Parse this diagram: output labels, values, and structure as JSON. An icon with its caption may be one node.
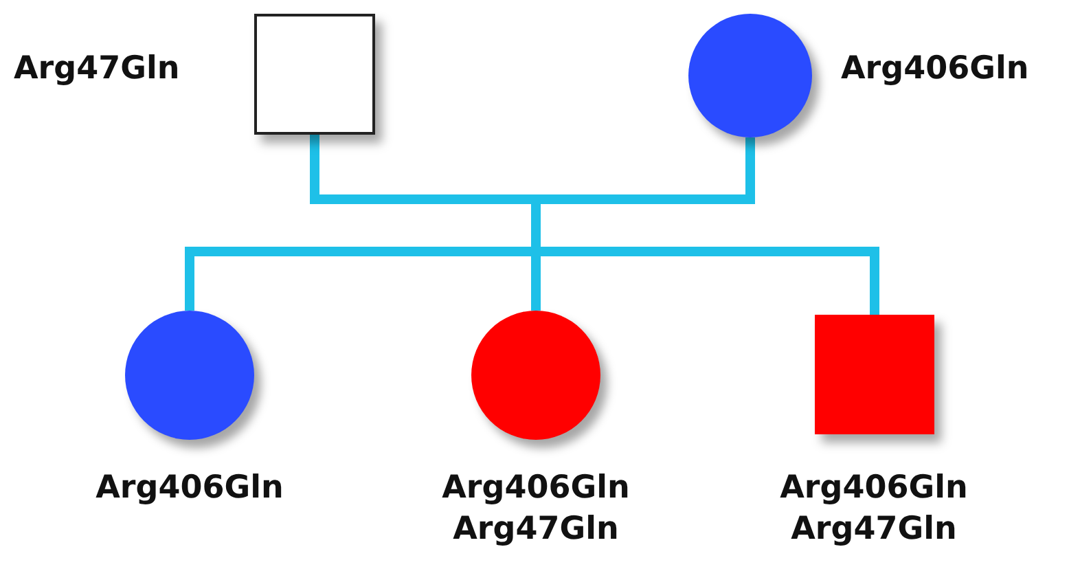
{
  "diagram": {
    "nodes": [
      {
        "text": [],
        "shape": "box",
        "beside": [
          "Arg47Gln"
        ]
      },
      {
        "text": [],
        "shape": "circle",
        "beside": [
          "Arg406Gln"
        ]
      },
      {
        "text": [],
        "shape": "circle",
        "beside": [
          "Arg406Gln"
        ]
      },
      {
        "text": [],
        "shape": "circle",
        "beside": [
          "Arg406Gln Arg47Gln"
        ]
      },
      {
        "text": [],
        "shape": "box",
        "beside": [
          "Arg406Gln Arg47Gln"
        ]
      }
    ],
    "edges": [
      {
        "from": 0,
        "to": 1,
        "arrow": "none"
      },
      {
        "from": 0,
        "to": 2,
        "arrow": "none"
      },
      {
        "from": 0,
        "to": 3,
        "arrow": "none"
      },
      {
        "from": 0,
        "to": 4,
        "arrow": "none"
      },
      {
        "from": 1,
        "to": 2,
        "arrow": "none"
      },
      {
        "from": 1,
        "to": 3,
        "arrow": "none"
      },
      {
        "from": 1,
        "to": 4,
        "arrow": "none"
      }
    ]
  }
}
